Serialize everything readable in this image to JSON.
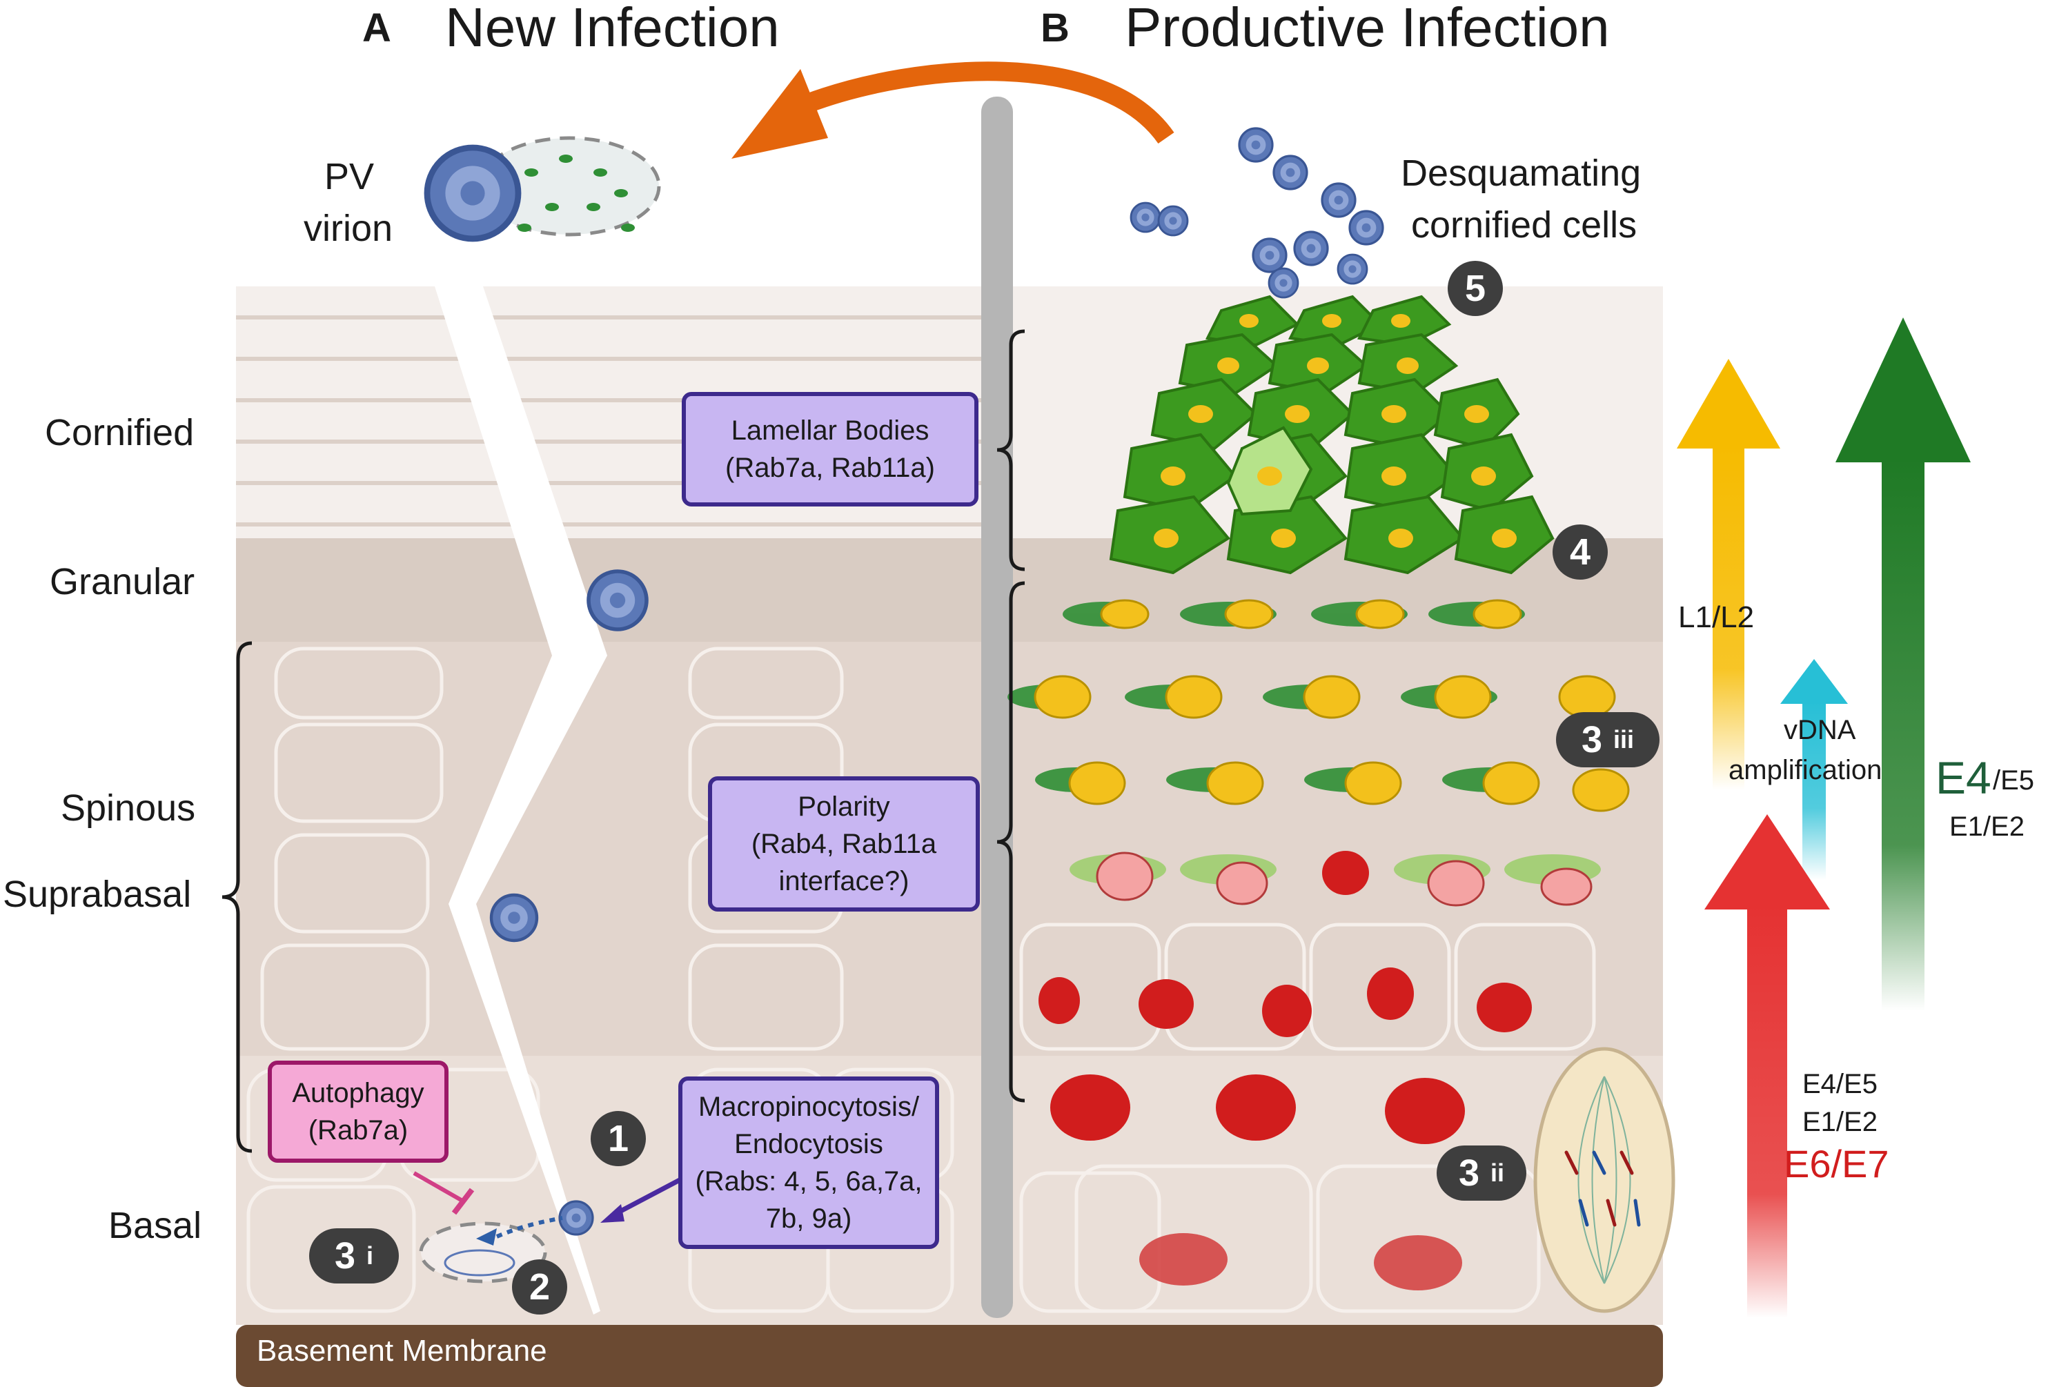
{
  "panels": {
    "a": {
      "letter": "A",
      "title": "New Infection"
    },
    "b": {
      "letter": "B",
      "title": "Productive Infection"
    }
  },
  "labels": {
    "virion_line1": "PV",
    "virion_line2": "virion",
    "desquamating_line1": "Desquamating",
    "desquamating_line2": "cornified cells",
    "basement_membrane": "Basement Membrane"
  },
  "layers": {
    "cornified": "Cornified",
    "granular": "Granular",
    "spinous": "Spinous",
    "suprabasal": "Suprabasal",
    "basal": "Basal"
  },
  "boxes": {
    "lamellar": "Lamellar Bodies\n(Rab7a, Rab11a)",
    "polarity": "Polarity\n(Rab4, Rab11a\ninterface?)",
    "macropinocytosis": "Macropinocytosis/\nEndocytosis\n(Rabs: 4, 5, 6a,7a,\n7b, 9a)",
    "autophagy": "Autophagy\n(Rab7a)"
  },
  "badges": {
    "one": "1",
    "two": "2",
    "three_i_num": "3",
    "three_i_sub": "i",
    "three_ii_num": "3",
    "three_ii_sub": "ii",
    "three_iii_num": "3",
    "three_iii_sub": "iii",
    "four": "4",
    "five": "5"
  },
  "expression": {
    "l1l2": "L1/L2",
    "vdna_line1": "vDNA",
    "vdna_line2": "amplification",
    "e4_big": "E4",
    "e4_small": "/E5",
    "e1e2_right": "E1/E2",
    "e4e5_lower": "E4/E5",
    "e1e2_lower": "E1/E2",
    "e6e7": "E6/E7"
  },
  "colors": {
    "red_arrow": "#e53232",
    "yellow_arrow": "#f6bb00",
    "cyan_arrow": "#27bfd6",
    "green_arrow": "#1f7a25",
    "orange_arrow": "#e4650c",
    "virion_blue": "#5b78b7",
    "cornified_green": "#3c9a1f",
    "nucleus_red": "#d11d1d",
    "nucleus_yellow": "#f3c11c",
    "membrane_brown": "#6b4a32",
    "skin_base": "#e9dcd5"
  }
}
